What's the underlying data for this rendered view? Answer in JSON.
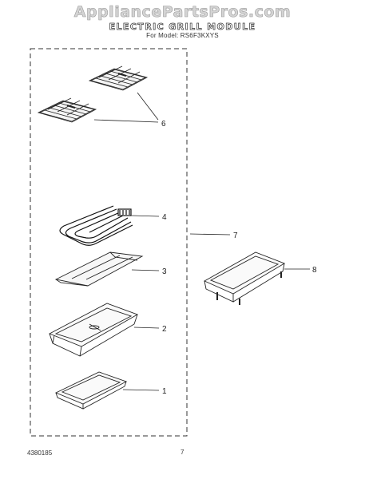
{
  "header": {
    "watermark": "AppliancePartsPros.com",
    "title": "ELECTRIC GRILL MODULE",
    "subtitle": "For Model: RS6F3KXYS"
  },
  "footer": {
    "doc_number": "4380185",
    "page_number": "7"
  },
  "callouts": [
    "6",
    "4",
    "3",
    "2",
    "1",
    "7",
    "8"
  ],
  "colors": {
    "line": "#222222",
    "watermark": "#9a9a9a"
  }
}
